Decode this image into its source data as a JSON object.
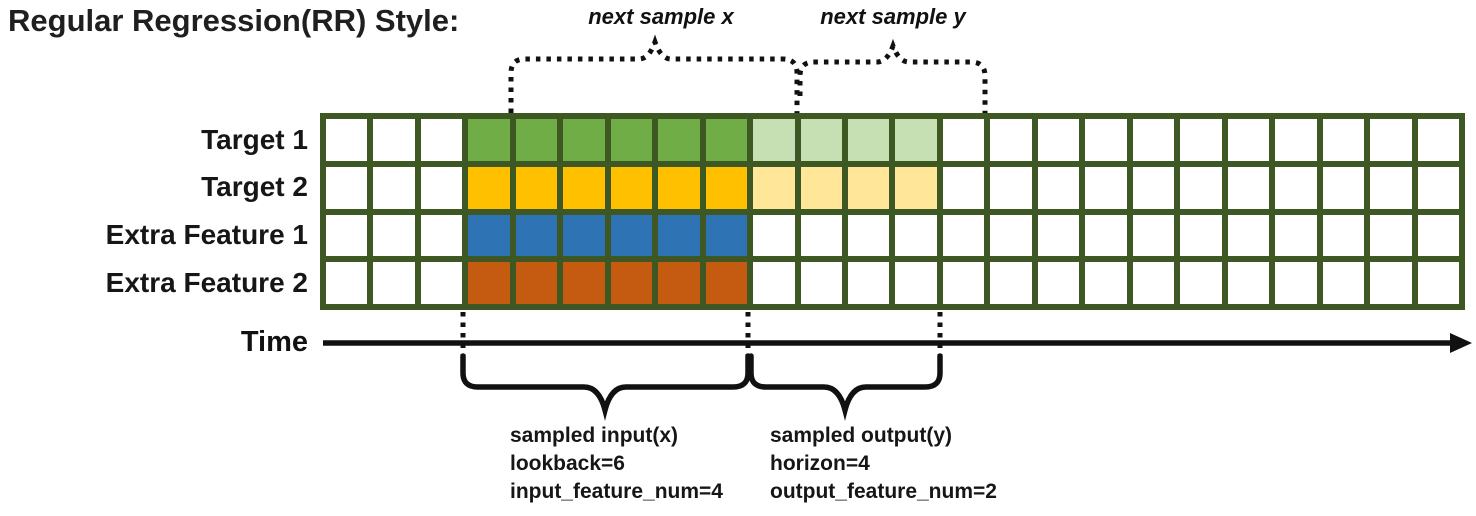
{
  "title": "Regular Regression(RR) Style:",
  "annotations": {
    "next_sample_x": "next sample x",
    "next_sample_y": "next sample y"
  },
  "rows": [
    {
      "label": "Target 1",
      "input_color": "#70ad47",
      "output_color": "#c6e0b4"
    },
    {
      "label": "Target 2",
      "input_color": "#ffc000",
      "output_color": "#ffe699"
    },
    {
      "label": "Extra Feature 1",
      "input_color": "#2e74b5",
      "output_color": null
    },
    {
      "label": "Extra Feature 2",
      "input_color": "#c55a11",
      "output_color": null
    }
  ],
  "grid": {
    "columns": 24,
    "rows": 4,
    "input_start_col": 4,
    "input_end_col": 9,
    "output_start_col": 10,
    "output_end_col": 13,
    "border_color": "#3e5823",
    "cell_color": "#ffffff"
  },
  "time_axis": {
    "label": "Time"
  },
  "sample_input": {
    "lines": [
      "sampled input(x)",
      "lookback=6",
      "input_feature_num=4"
    ]
  },
  "sample_output": {
    "lines": [
      "sampled output(y)",
      "horizon=4",
      "output_feature_num=2"
    ]
  }
}
